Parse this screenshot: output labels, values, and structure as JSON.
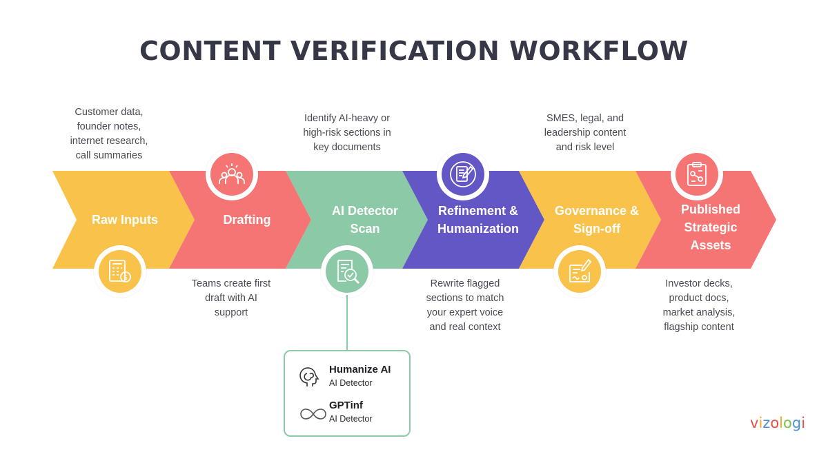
{
  "title": "CONTENT VERIFICATION WORKFLOW",
  "stages": [
    {
      "label_lines": [
        "Raw Inputs"
      ],
      "note_lines": [
        "Customer data,",
        "founder notes,",
        "internet research,",
        "call summaries"
      ],
      "note_position": "top",
      "color": "#f9c24b",
      "icon": "calculator-document-icon"
    },
    {
      "label_lines": [
        "Drafting"
      ],
      "note_lines": [
        "Teams create first",
        "draft with AI",
        "support"
      ],
      "note_position": "bottom",
      "color": "#f57574",
      "icon": "team-icon"
    },
    {
      "label_lines": [
        "AI Detector",
        "Scan"
      ],
      "note_lines": [
        "Identify AI-heavy or",
        "high-risk sections in",
        "key documents"
      ],
      "note_position": "top",
      "color": "#8cc9a6",
      "icon": "document-magnifier-icon"
    },
    {
      "label_lines": [
        "Refinement &",
        "Humanization"
      ],
      "note_lines": [
        "Rewrite flagged",
        "sections to match",
        "your expert voice",
        "and real context"
      ],
      "note_position": "bottom",
      "color": "#6357c6",
      "icon": "document-pen-icon"
    },
    {
      "label_lines": [
        "Governance &",
        "Sign-off"
      ],
      "note_lines": [
        "SMES, legal, and",
        "leadership content",
        "and risk level"
      ],
      "note_position": "top",
      "color": "#f9c24b",
      "icon": "signed-document-icon"
    },
    {
      "label_lines": [
        "Published",
        "Strategic",
        "Assets"
      ],
      "note_lines": [
        "Investor decks,",
        "product docs,",
        "market analysis,",
        "flagship content"
      ],
      "note_position": "bottom",
      "color": "#f57574",
      "icon": "clipboard-chart-icon"
    }
  ],
  "tools": [
    {
      "name": "Humanize AI",
      "sub": "AI Detector",
      "icon": "head-spiral-icon"
    },
    {
      "name": "GPTinf",
      "sub": "AI Detector",
      "icon": "infinity-icon"
    }
  ],
  "brand": {
    "letters": [
      "v",
      "i",
      "z",
      "o",
      "l",
      "o",
      "g",
      "i"
    ],
    "colors": [
      "#e94b4b",
      "#f5a623",
      "#4a90d9",
      "#e94b4b",
      "#f5a623",
      "#7ac142",
      "#4a90d9",
      "#e94b4b"
    ]
  }
}
